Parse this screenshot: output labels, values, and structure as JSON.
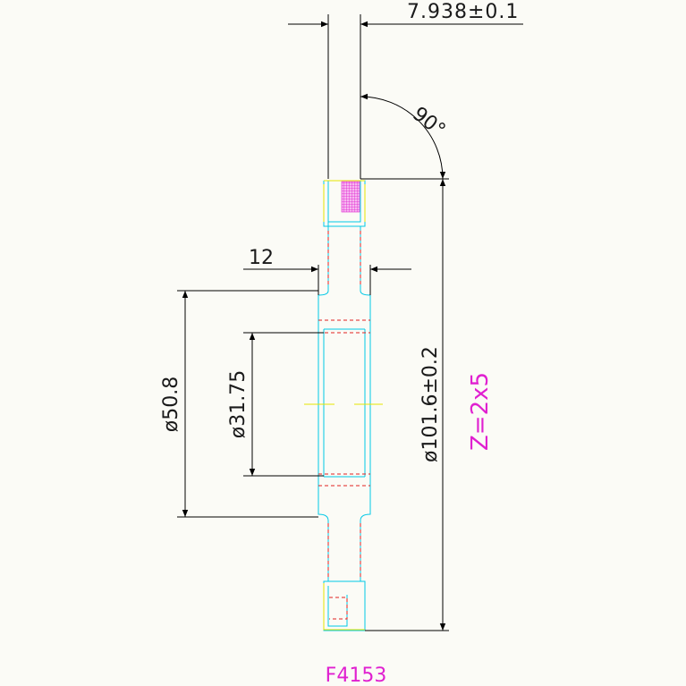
{
  "drawing": {
    "part_number": "F4153",
    "gear_note": "Z=2x5",
    "dimensions": {
      "width_top": "7.938±0.1",
      "angle": "90°",
      "hub_width": "12",
      "hub_diameter": "ø50.8",
      "bore_diameter": "ø31.75",
      "outer_diameter": "ø101.6±0.2"
    },
    "colors": {
      "outline": "#00c8e6",
      "hidden_line": "#e02020",
      "center_line": "#e6e600",
      "dimension": "#000000",
      "annotation": "#e020d0",
      "hatch": "#e020d0"
    }
  }
}
